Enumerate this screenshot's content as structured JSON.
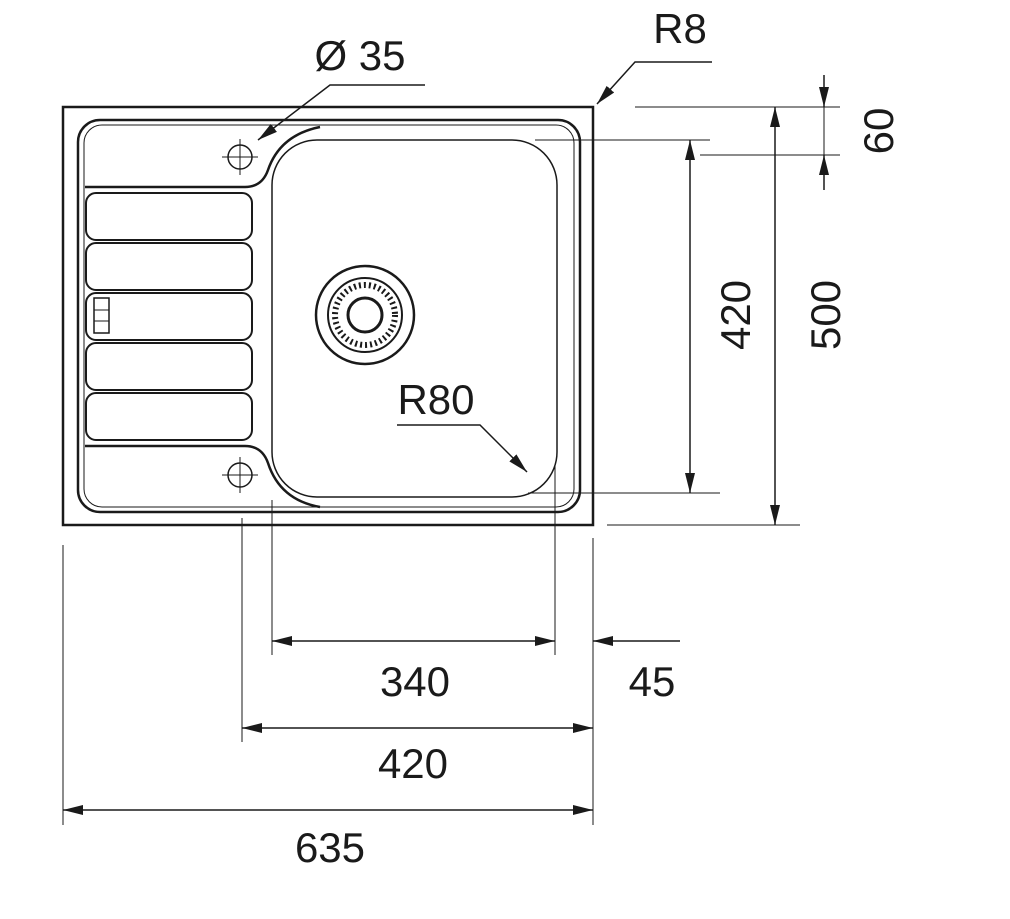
{
  "title": "Sink dimension drawing",
  "colors": {
    "line": "#1a1a1a",
    "background": "#ffffff"
  },
  "dimensions": {
    "tap_hole": "Ø 35",
    "outer_radius": "R8",
    "rim_offset": "60",
    "bowl_depth": "420",
    "overall_depth": "500",
    "bowl_radius": "R80",
    "bowl_width": "340",
    "bowl_edge_offset": "45",
    "cutout_width": "420",
    "overall_width": "635"
  }
}
